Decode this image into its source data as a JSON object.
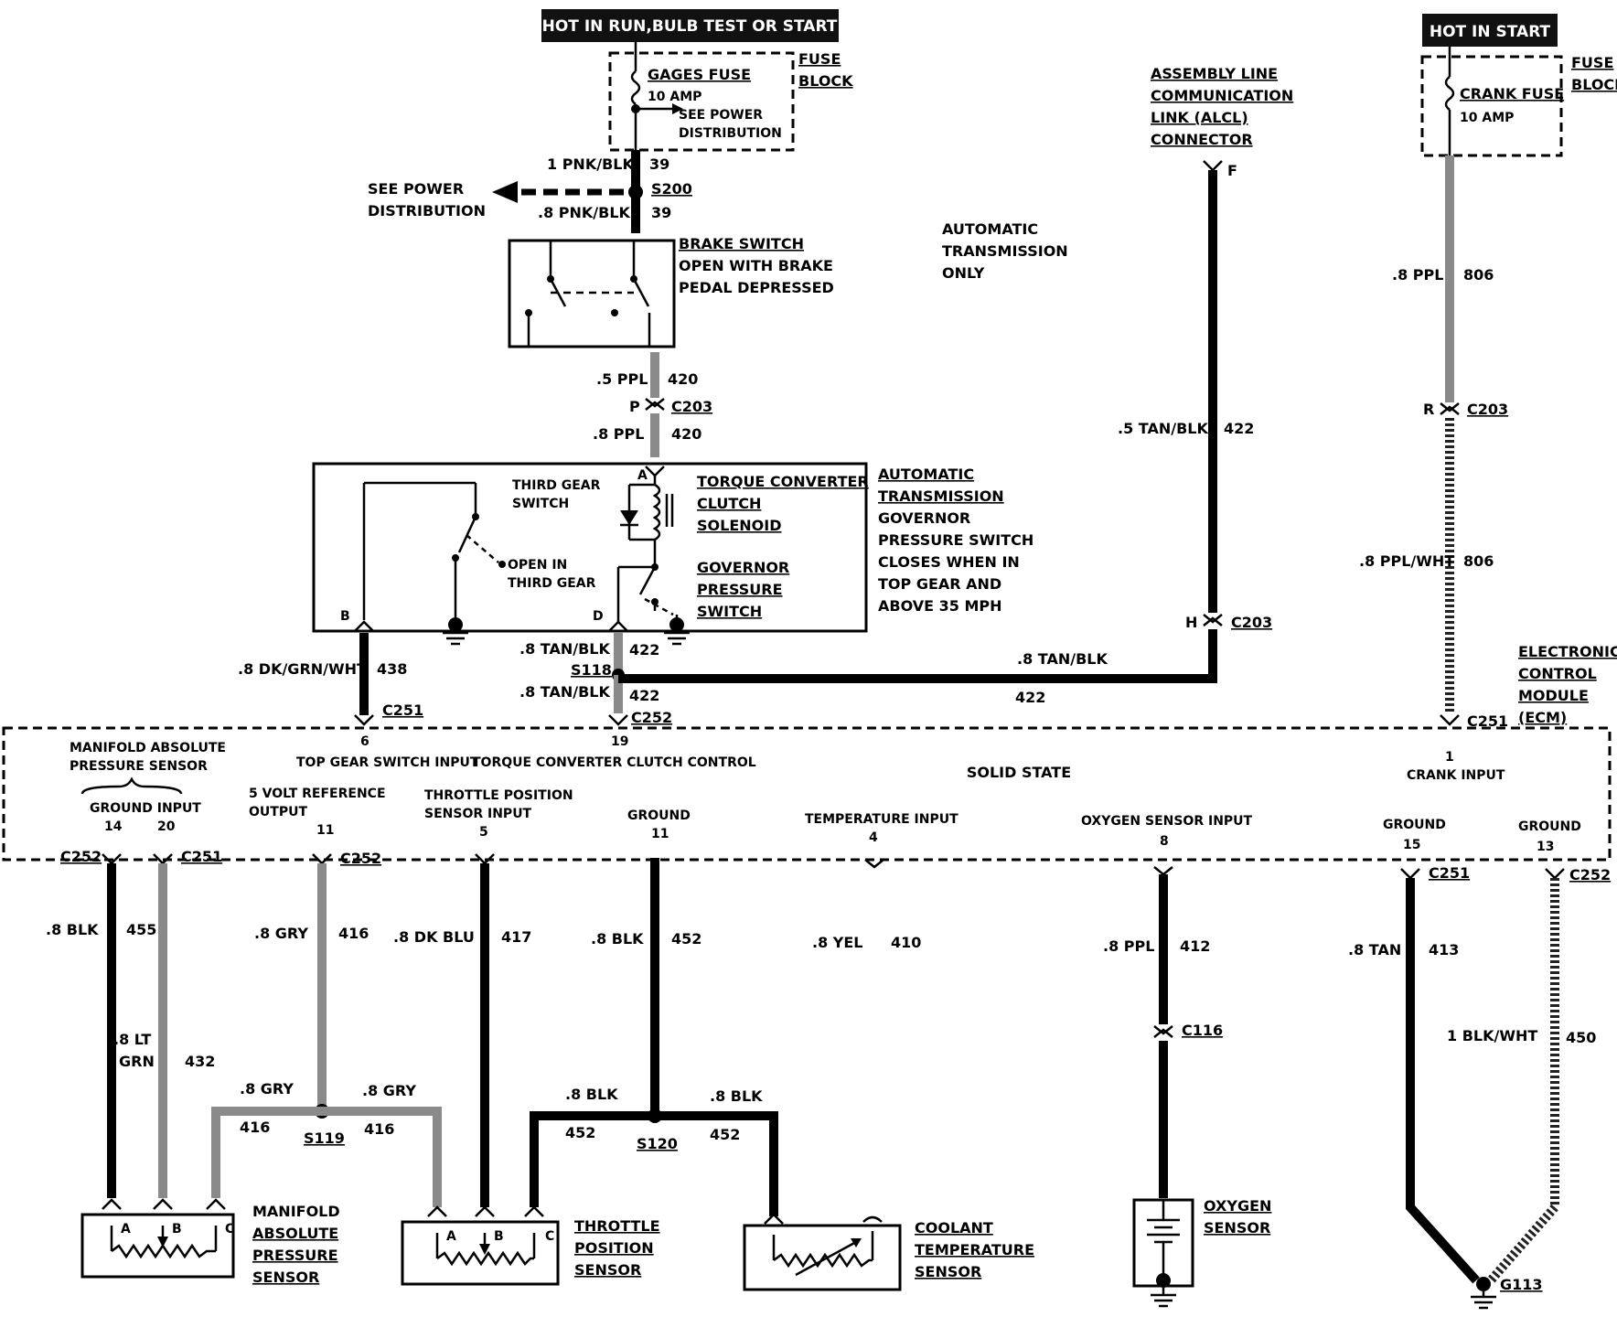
{
  "power": {
    "hot_run": "HOT IN RUN,BULB TEST OR START",
    "hot_start": "HOT IN START"
  },
  "fuse_block": {
    "label_line1": "FUSE",
    "label_line2": "BLOCK",
    "gages_fuse": "GAGES FUSE",
    "gages_amp": "10 AMP",
    "see_power_1": "SEE POWER",
    "see_power_2": "DISTRIBUTION",
    "crank_fuse": "CRANK FUSE",
    "crank_amp": "10 AMP"
  },
  "see_power": {
    "line1": "SEE POWER",
    "line2": "DISTRIBUTION"
  },
  "wires": {
    "w1_pnkblk": "1 PNK/BLK",
    "w39": "39",
    "s200": "S200",
    "w8_pnkblk": ".8 PNK/BLK",
    "w5_ppl": ".5 PPL",
    "w420": "420",
    "p": "P",
    "c203": "C203",
    "w8_ppl": ".8 PPL",
    "w806": "806",
    "r": "R",
    "w8_pplwht": ".8 PPL/WHT",
    "w5_tanblk": ".5 TAN/BLK",
    "w422": "422",
    "f": "F",
    "h": "H",
    "w8_tanblk": ".8 TAN/BLK",
    "s118": "S118",
    "c252": "C252",
    "c251": "C251",
    "w8_dkgrnwht": ".8 DK/GRN/WHT",
    "w438": "438",
    "w8_blk": ".8 BLK",
    "w455": "455",
    "w8_ltgrn_1": ".8 LT",
    "w8_ltgrn_2": "GRN",
    "w432": "432",
    "w8_gry": ".8 GRY",
    "w416": "416",
    "s119": "S119",
    "w8_dkblu": ".8 DK BLU",
    "w417": "417",
    "w452": "452",
    "s120": "S120",
    "w8_yel": ".8 YEL",
    "w410": "410",
    "w412": "412",
    "c116": "C116",
    "w8_tan": ".8 TAN",
    "w413": "413",
    "w1_blkwht": "1 BLK/WHT",
    "w450": "450",
    "g113": "G113"
  },
  "brake_switch": {
    "title": "BRAKE SWITCH",
    "line2": "OPEN WITH BRAKE",
    "line3": "PEDAL DEPRESSED"
  },
  "auto_only": {
    "line1": "AUTOMATIC",
    "line2": "TRANSMISSION",
    "line3": "ONLY"
  },
  "alcl": {
    "line1": "ASSEMBLY LINE",
    "line2": "COMMUNICATION",
    "line3": "LINK (ALCL)",
    "line4": "CONNECTOR"
  },
  "trans_box": {
    "third_gear_1": "THIRD GEAR",
    "third_gear_2": "SWITCH",
    "open_in_1": "OPEN IN",
    "open_in_2": "THIRD GEAR",
    "tcc_1": "TORQUE CONVERTER",
    "tcc_2": "CLUTCH",
    "tcc_3": "SOLENOID",
    "gov_1": "GOVERNOR",
    "gov_2": "PRESSURE",
    "gov_3": "SWITCH",
    "pin_a": "A",
    "pin_b": "B",
    "pin_d": "D"
  },
  "governor_note": {
    "line1": "AUTOMATIC",
    "line2": "TRANSMISSION",
    "line3": "GOVERNOR",
    "line4": "PRESSURE SWITCH",
    "line5": "CLOSES WHEN IN",
    "line6": "TOP GEAR AND",
    "line7": "ABOVE 35 MPH"
  },
  "ecm": {
    "line1": "ELECTRONIC",
    "line2": "CONTROL",
    "line3": "MODULE",
    "line4": "(ECM)",
    "solid_state": "SOLID STATE",
    "map_1": "MANIFOLD ABSOLUTE",
    "map_2": "PRESSURE SENSOR",
    "ground_input": "GROUND INPUT",
    "top_gear": "TOP GEAR SWITCH INPUT",
    "tcc_control": "TORQUE CONVERTER CLUTCH CONTROL",
    "ref_1": "5 VOLT REFERENCE",
    "ref_2": "OUTPUT",
    "tps_1": "THROTTLE POSITION",
    "tps_2": "SENSOR INPUT",
    "ground": "GROUND",
    "temp_input": "TEMPERATURE INPUT",
    "o2_input": "OXYGEN SENSOR  INPUT",
    "crank_input": "CRANK INPUT",
    "pin_6": "6",
    "pin_19": "19",
    "pin_1": "1",
    "pin_14": "14",
    "pin_20": "20",
    "pin_11a": "11",
    "pin_5": "5",
    "pin_11b": "11",
    "pin_4": "4",
    "pin_8": "8",
    "pin_15": "15",
    "pin_13": "13"
  },
  "sensors": {
    "map_1": "MANIFOLD",
    "map_2": "ABSOLUTE",
    "map_3": "PRESSURE",
    "map_4": "SENSOR",
    "tps_1": "THROTTLE",
    "tps_2": "POSITION",
    "tps_3": "SENSOR",
    "cts_1": "COOLANT",
    "cts_2": "TEMPERATURE",
    "cts_3": "SENSOR",
    "o2_1": "OXYGEN",
    "o2_2": "SENSOR",
    "pin_a": "A",
    "pin_b": "B",
    "pin_c": "C"
  }
}
